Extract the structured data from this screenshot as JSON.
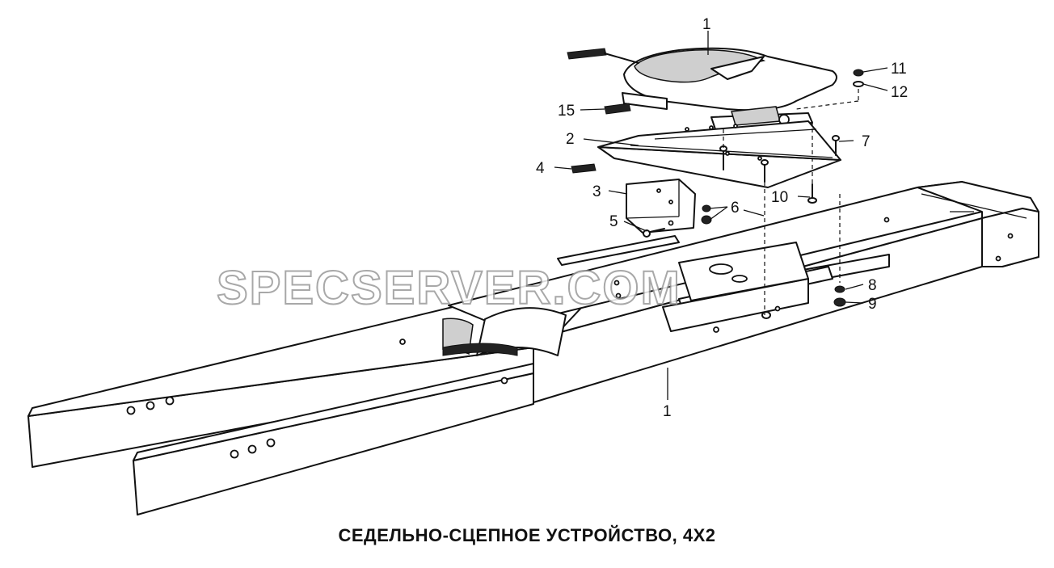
{
  "caption": "СЕДЕЛЬНО-СЦЕПНОЕ УСТРОЙСТВО, 4Х2",
  "watermark": "SPECSERVER.COM",
  "callouts": {
    "c1_top": "1",
    "c1_bottom": "1",
    "c2": "2",
    "c3": "3",
    "c4": "4",
    "c5": "5",
    "c6": "6",
    "c7": "7",
    "c8": "8",
    "c9": "9",
    "c10": "10",
    "c11": "11",
    "c12": "12",
    "c15": "15"
  }
}
